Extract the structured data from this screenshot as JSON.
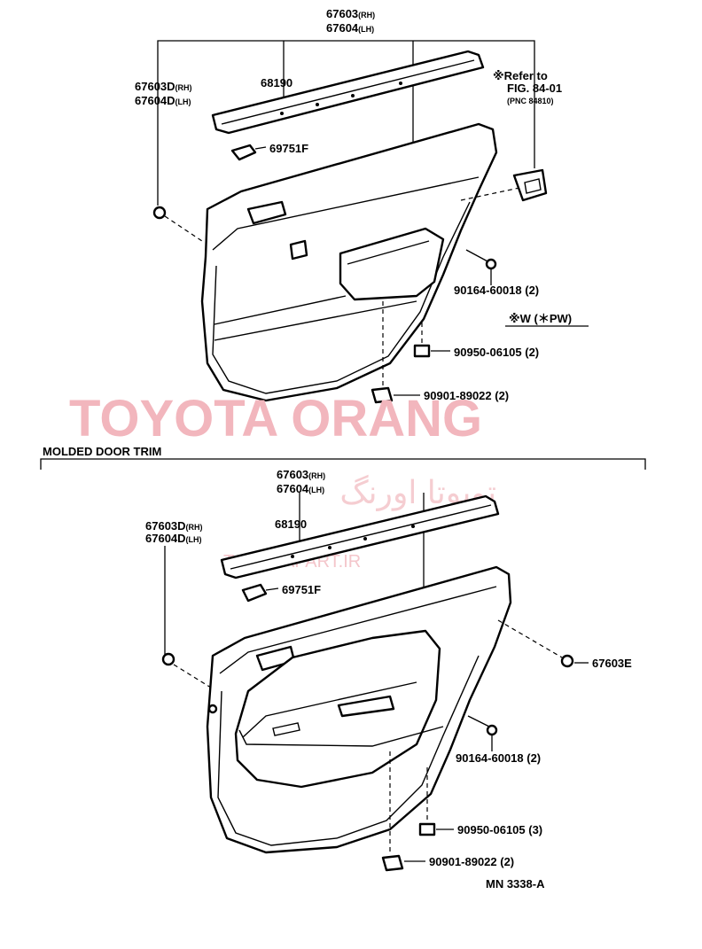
{
  "watermark": {
    "main": "TOYOTA ORANG",
    "persian": "تویوتا اورنگ",
    "site": "TOYOTAPART.IR"
  },
  "top_diagram": {
    "panel_rh": "67603",
    "panel_rh_suffix": "(RH)",
    "panel_lh": "67604",
    "panel_lh_suffix": "(LH)",
    "sub_rh": "67603D",
    "sub_rh_suffix": "(RH)",
    "sub_lh": "67604D",
    "sub_lh_suffix": "(LH)",
    "weatherstrip": "68190",
    "clip": "69751F",
    "refer_line1": "※Refer  to",
    "refer_line2": "FIG. 84-01",
    "refer_line3": "(PNC  84810)",
    "screw": "90164-60018 (2)",
    "note_pw": "※W (＊PW)",
    "cap": "90950-06105 (2)",
    "clip_bottom": "90901-89022 (2)"
  },
  "section_title": "MOLDED  DOOR  TRIM",
  "bottom_diagram": {
    "panel_rh": "67603",
    "panel_rh_suffix": "(RH)",
    "panel_lh": "67604",
    "panel_lh_suffix": "(LH)",
    "sub_rh": "67603D",
    "sub_rh_suffix": "(RH)",
    "sub_lh": "67604D",
    "sub_lh_suffix": "(LH)",
    "weatherstrip": "68190",
    "clip": "69751F",
    "grommet": "67603E",
    "screw": "90164-60018 (2)",
    "cap": "90950-06105 (3)",
    "clip_bottom": "90901-89022 (2)"
  },
  "figure_code": "MN  3338-A"
}
